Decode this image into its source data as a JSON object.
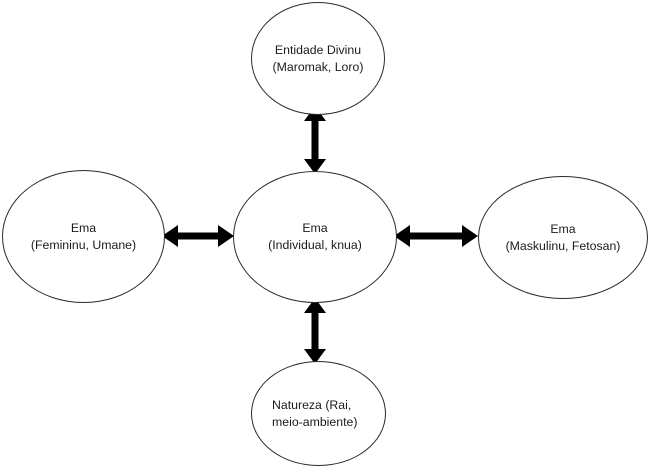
{
  "diagram": {
    "type": "relationship-diagram",
    "background_color": "#ffffff",
    "stroke_color": "#2b2b2b",
    "arrow_color": "#000000",
    "nodes": [
      {
        "id": "top",
        "shape": "ellipse",
        "lines": [
          "Entidade Divinu",
          "(Maromak, Loro)"
        ],
        "position": "top"
      },
      {
        "id": "left",
        "shape": "ellipse",
        "lines": [
          "Ema",
          "(Femininu, Umane)"
        ],
        "position": "left"
      },
      {
        "id": "center",
        "shape": "ellipse",
        "lines": [
          "Ema",
          "(Individual, knua)"
        ],
        "position": "center"
      },
      {
        "id": "right",
        "shape": "ellipse",
        "lines": [
          "Ema",
          "(Maskulinu, Fetosan)"
        ],
        "position": "right"
      },
      {
        "id": "bottom",
        "shape": "ellipse",
        "lines": [
          "Natureza (Rai,",
          "meio-ambiente)"
        ],
        "position": "bottom"
      }
    ],
    "connections": [
      {
        "id": "center-top",
        "from": "center",
        "to": "top",
        "style": "double-arrow",
        "orientation": "vertical"
      },
      {
        "id": "center-bottom",
        "from": "center",
        "to": "bottom",
        "style": "double-arrow",
        "orientation": "vertical"
      },
      {
        "id": "center-left",
        "from": "center",
        "to": "left",
        "style": "double-arrow",
        "orientation": "horizontal"
      },
      {
        "id": "center-right",
        "from": "center",
        "to": "right",
        "style": "double-arrow",
        "orientation": "horizontal"
      }
    ]
  }
}
